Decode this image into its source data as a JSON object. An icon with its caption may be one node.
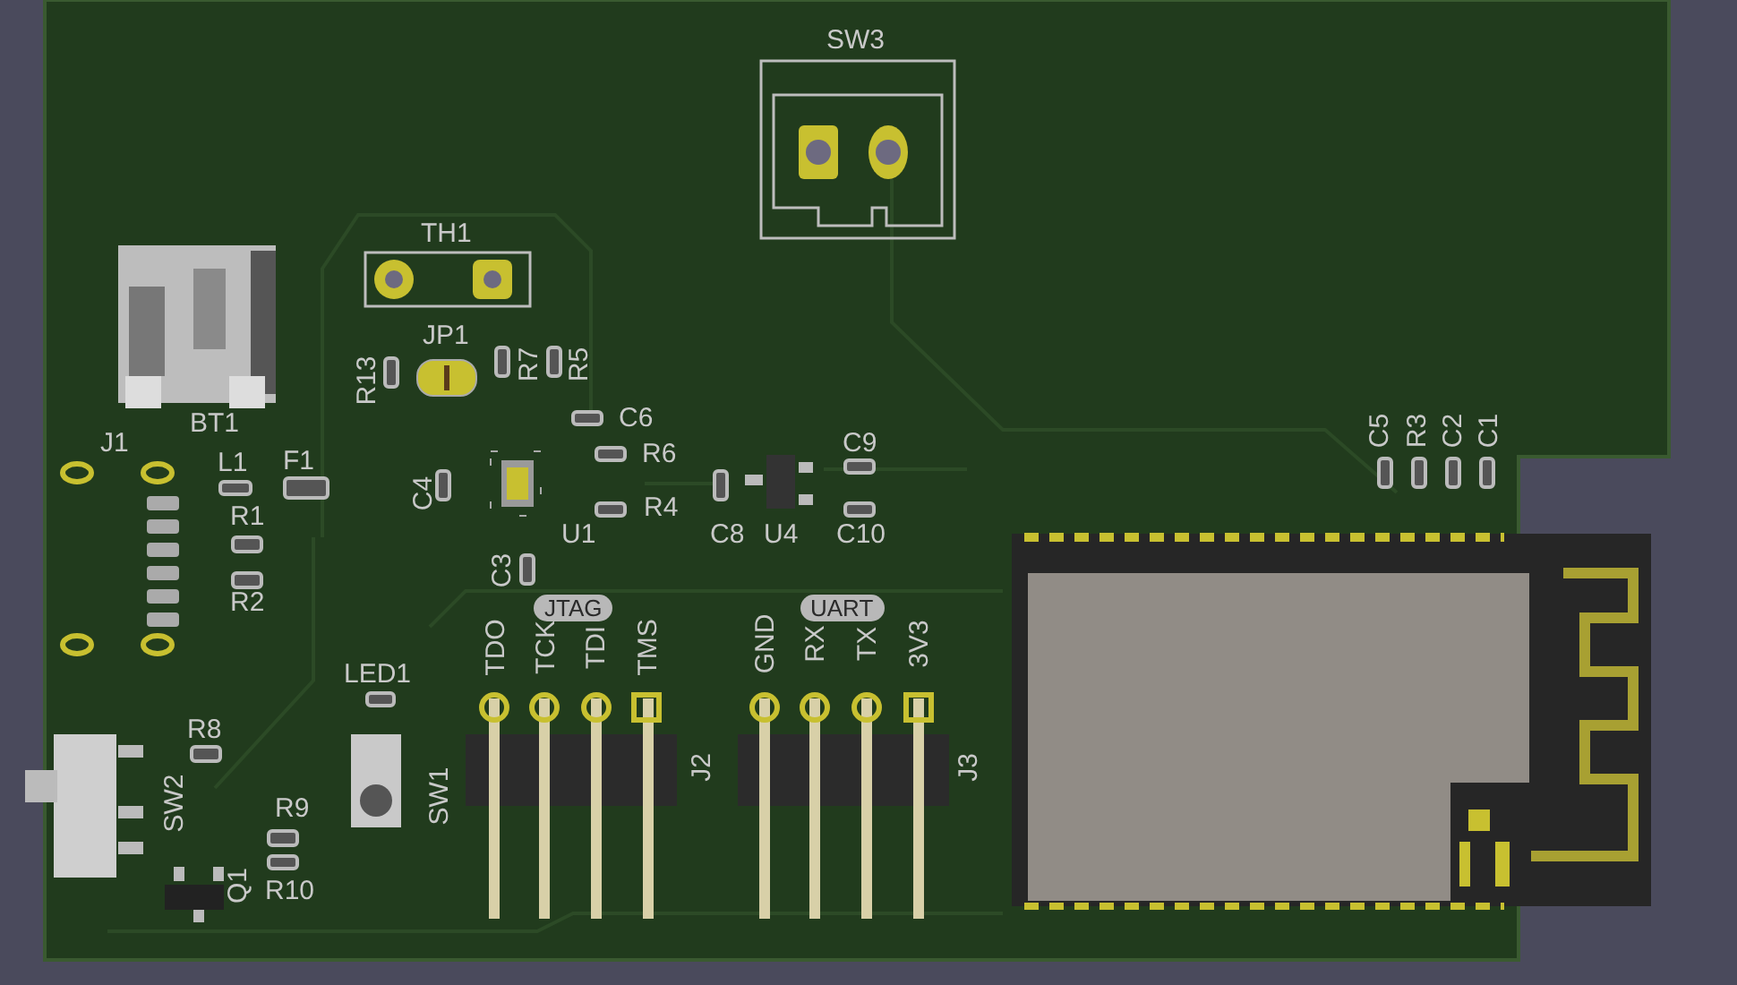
{
  "diagram": {
    "labels": [
      "SW3",
      "TH1",
      "JP1",
      "R13",
      "R7",
      "R5",
      "BT1",
      "C6",
      "C5",
      "R3",
      "C2",
      "C1",
      "J1",
      "L1",
      "F1",
      "R6",
      "C9",
      "C4",
      "R4",
      "R1",
      "U1",
      "C8",
      "U4",
      "C10",
      "C3",
      "R2",
      "JTAG",
      "UART",
      "TDO",
      "TCK",
      "TDI",
      "TMS",
      "GND",
      "RX",
      "TX",
      "3V3",
      "LED1",
      "R8",
      "J2",
      "J3",
      "SW2",
      "SW1",
      "R9",
      "Q1",
      "R10"
    ]
  }
}
